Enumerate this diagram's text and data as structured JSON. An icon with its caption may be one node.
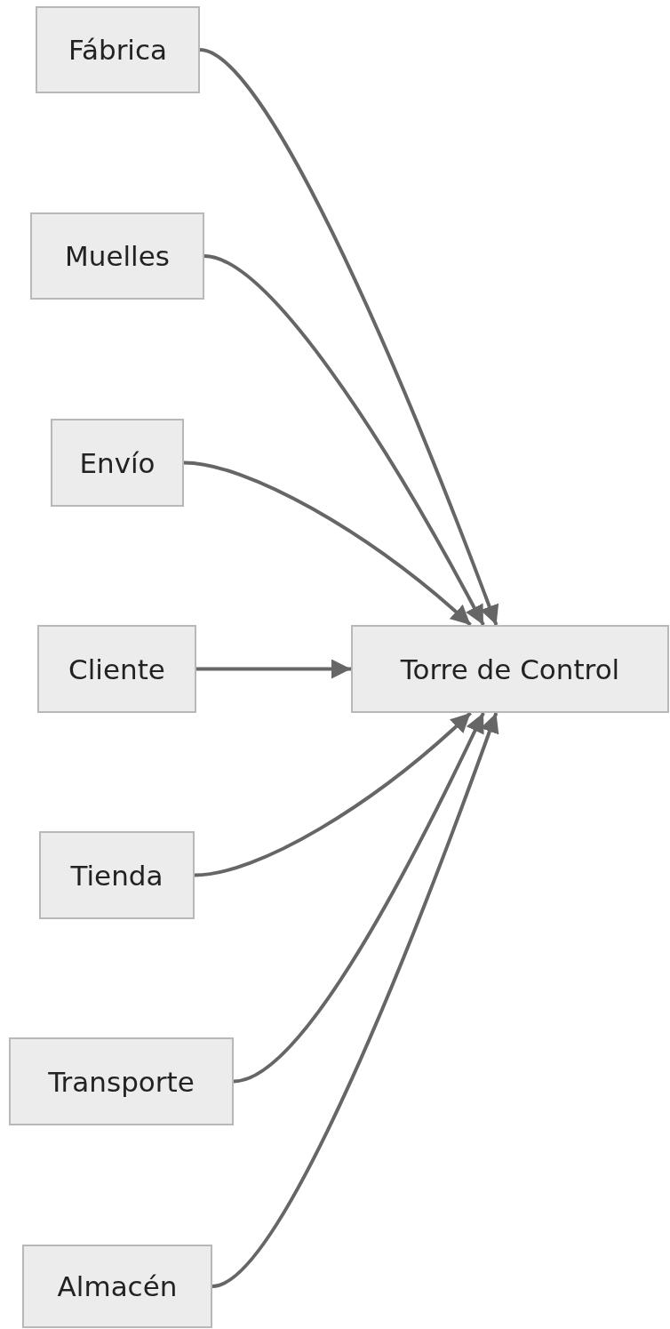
{
  "diagram": {
    "nodes": [
      {
        "text": [
          "Fábrica"
        ]
      },
      {
        "text": [
          "Muelles"
        ]
      },
      {
        "text": [
          "Envío"
        ]
      },
      {
        "text": [
          "Cliente"
        ]
      },
      {
        "text": [
          "Torre de Control"
        ]
      },
      {
        "text": [
          "Tienda"
        ]
      },
      {
        "text": [
          "Transporte"
        ]
      },
      {
        "text": [
          "Almacén"
        ]
      }
    ],
    "edges": [
      {
        "from": 0,
        "to": 4,
        "arrow": "to"
      },
      {
        "from": 1,
        "to": 4,
        "arrow": "to"
      },
      {
        "from": 2,
        "to": 4,
        "arrow": "to"
      },
      {
        "from": 3,
        "to": 4,
        "arrow": "to"
      },
      {
        "from": 5,
        "to": 4,
        "arrow": "to"
      },
      {
        "from": 6,
        "to": 4,
        "arrow": "to"
      },
      {
        "from": 7,
        "to": 4,
        "arrow": "to"
      }
    ]
  }
}
